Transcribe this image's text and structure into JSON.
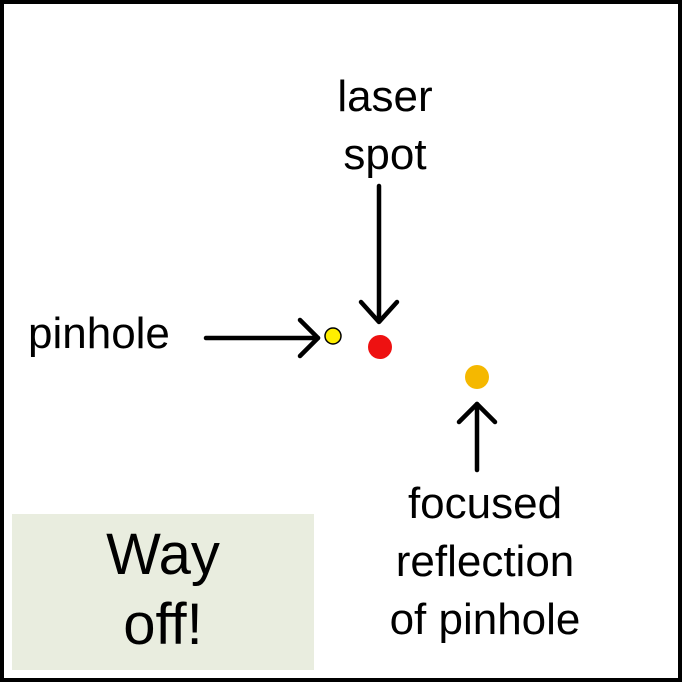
{
  "labels": {
    "laser_line1": "laser",
    "laser_line2": "spot",
    "pinhole": "pinhole",
    "reflection_line1": "focused",
    "reflection_line2": "reflection",
    "reflection_line3": "of pinhole"
  },
  "status": {
    "line1": "Way",
    "line2": "off!"
  },
  "colors": {
    "pinhole": "#ffee00",
    "laser_spot": "#ee1111",
    "reflection": "#f5b800",
    "status_background": "#e9eddf"
  }
}
